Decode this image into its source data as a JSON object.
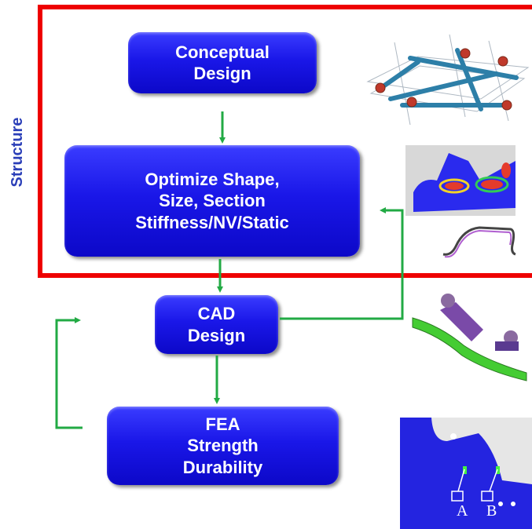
{
  "side_label": "Structure",
  "boxes": {
    "conceptual": {
      "line1": "Conceptual",
      "line2": "Design"
    },
    "optimize": {
      "line1": "Optimize  Shape,",
      "line2": "Size, Section",
      "line3": "Stiffness/NV/Static"
    },
    "cad": {
      "line1": "CAD",
      "line2": "Design"
    },
    "fea": {
      "line1": "FEA",
      "line2": "Strength",
      "line3": "Durability"
    }
  },
  "markers": {
    "a": "A",
    "b": "B"
  },
  "colors": {
    "box_fill": "#1a17e8",
    "frame": "#ee0000",
    "arrows": "#22aa44",
    "side_label": "#2b3fb8"
  }
}
